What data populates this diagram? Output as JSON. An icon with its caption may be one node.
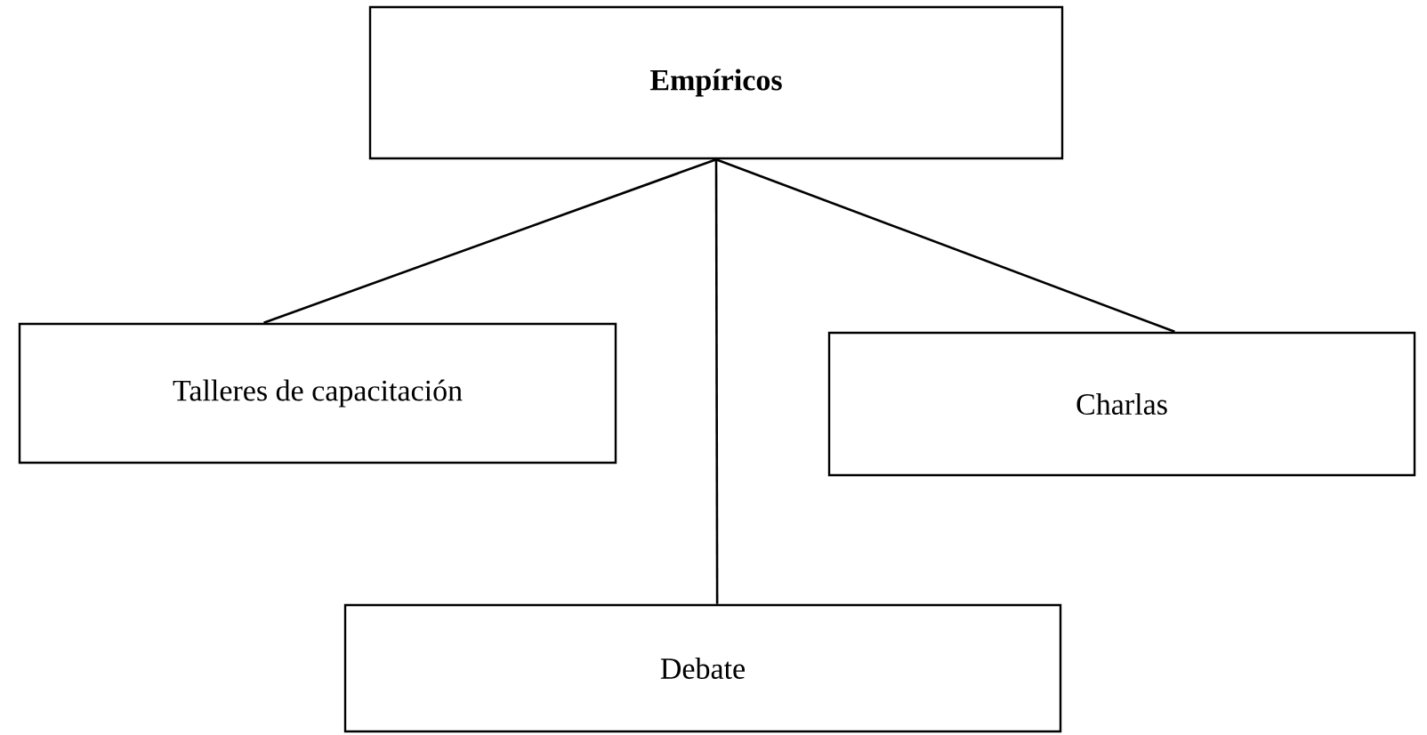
{
  "diagram": {
    "nodes": [
      {
        "text": [
          "Empíricos"
        ]
      },
      {
        "text": [
          "Talleres de capacitación"
        ]
      },
      {
        "text": [
          "Charlas"
        ]
      },
      {
        "text": [
          "Debate"
        ]
      }
    ],
    "edges": [
      {
        "from": 0,
        "to": 1,
        "arrow": "none"
      },
      {
        "from": 0,
        "to": 3,
        "arrow": "none"
      },
      {
        "from": 0,
        "to": 2,
        "arrow": "none"
      }
    ]
  }
}
